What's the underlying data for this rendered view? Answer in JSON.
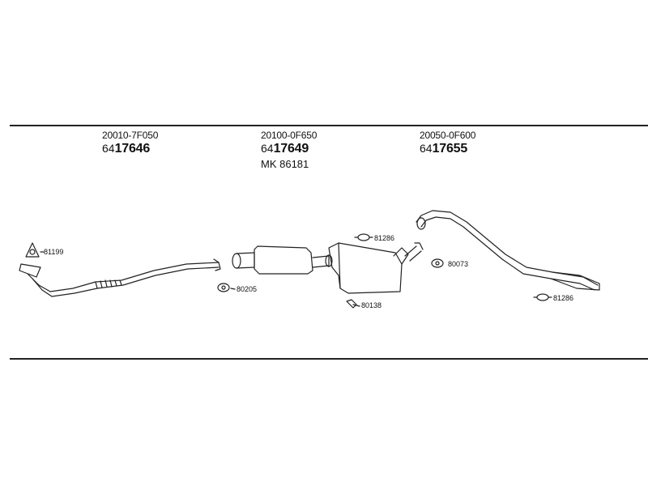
{
  "groups": [
    {
      "oe": "20010-7F050",
      "prefix": "64",
      "main": "17646"
    },
    {
      "oe": "20100-0F650",
      "prefix": "64",
      "main": "17649",
      "mk": "MK  86181"
    },
    {
      "oe": "20050-0F600",
      "prefix": "64",
      "main": "17655"
    }
  ],
  "parts": {
    "gasket_front": "81199",
    "gasket_mid": "80205",
    "bracket_top": "81286",
    "clamp_rear": "80138",
    "gasket_rear": "80073",
    "bracket_tail": "81286"
  }
}
